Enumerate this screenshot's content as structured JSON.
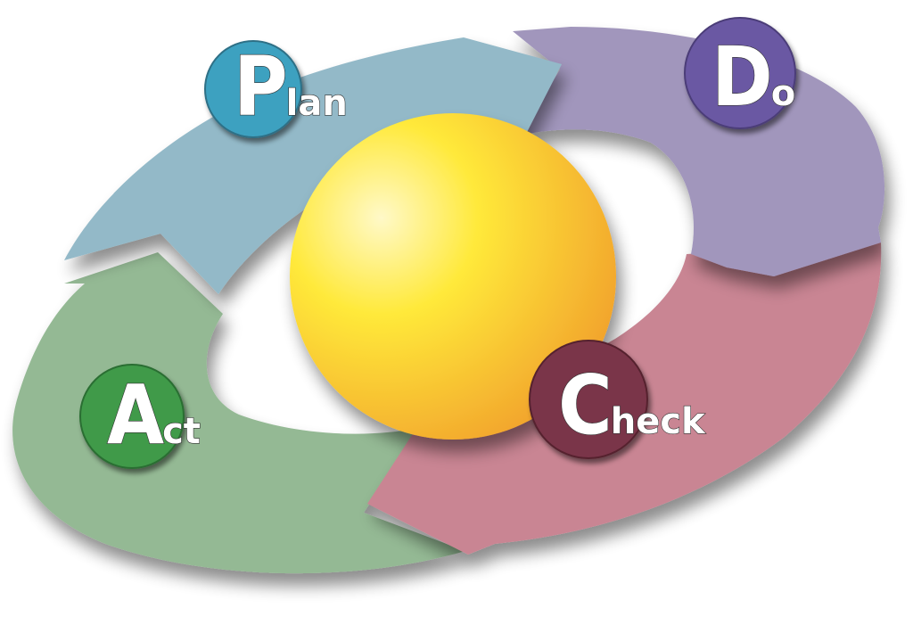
{
  "stages": [
    {
      "id": "plan",
      "initial": "P",
      "rest": "lan",
      "color": "#3ea1c0",
      "arrow_color": "#93b9c8"
    },
    {
      "id": "do",
      "initial": "D",
      "rest": "o",
      "color": "#6a58a3",
      "arrow_color": "#a196bc"
    },
    {
      "id": "check",
      "initial": "C",
      "rest": "heck",
      "color": "#7a3448",
      "arrow_color": "#c98593"
    },
    {
      "id": "act",
      "initial": "A",
      "rest": "ct",
      "color": "#3f9a4a",
      "arrow_color": "#94b994"
    }
  ],
  "center_sphere": {
    "highlight": "#fff9c8",
    "mid": "#ffe93a",
    "edge": "#f09a2a"
  }
}
